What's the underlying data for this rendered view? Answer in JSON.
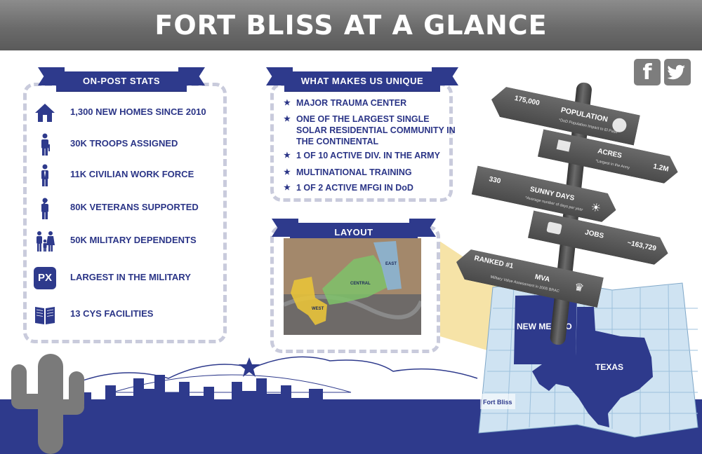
{
  "header": {
    "title": "FORT BLISS AT A GLANCE"
  },
  "social": {
    "facebook": "f",
    "twitter": "t"
  },
  "on_post": {
    "title": "ON-POST STATS",
    "items": [
      {
        "icon": "house-icon",
        "label": "1,300 NEW HOMES SINCE 2010"
      },
      {
        "icon": "soldier-icon",
        "label": "30K TROOPS ASSIGNED"
      },
      {
        "icon": "civilian-icon",
        "label": "11K CIVILIAN WORK FORCE"
      },
      {
        "icon": "veteran-salute-icon",
        "label": "80K VETERANS SUPPORTED"
      },
      {
        "icon": "family-icon",
        "label": "50K MILITARY DEPENDENTS"
      },
      {
        "icon": "px-icon",
        "icon_text": "PX",
        "label": "LARGEST IN THE MILITARY"
      },
      {
        "icon": "book-icon",
        "label": "13 CYS FACILITIES"
      }
    ]
  },
  "unique": {
    "title": "WHAT MAKES US UNIQUE",
    "items": [
      "MAJOR TRAUMA CENTER",
      "ONE OF THE LARGEST SINGLE SOLAR RESIDENTIAL COMMUNITY IN THE CONTINENTAL",
      "1 OF 10 ACTIVE DIV. IN THE ARMY",
      "MULTINATIONAL TRAINING",
      "1 OF 2 ACTIVE MFGI IN DoD"
    ]
  },
  "layout": {
    "title": "LAYOUT",
    "regions": {
      "east": "EAST",
      "central": "CENTRAL",
      "west": "WEST"
    }
  },
  "signs": {
    "population": {
      "value": "175,000",
      "label": "POPULATION",
      "note": "*DoD Population Impact to El Paso"
    },
    "acres": {
      "label": "ACRES",
      "value": "1.2M",
      "note": "*Largest in the Army"
    },
    "sunny": {
      "value": "330",
      "label": "SUNNY DAYS",
      "note": "*Average number of days per year"
    },
    "jobs": {
      "label": "JOBS",
      "value": "~163,729"
    },
    "mva": {
      "rank": "RANKED #1",
      "label": "MVA",
      "note": "Military Value Assessment in 2005 BRAC"
    }
  },
  "usmap": {
    "new_mexico": "NEW MEXICO",
    "texas": "TEXAS",
    "logo": "Fort Bliss"
  },
  "colors": {
    "navy": "#2e3a8c",
    "sky_blue": "#c6dff0",
    "header_gray": "#6b6b6b",
    "sign_gray": "#555555"
  }
}
